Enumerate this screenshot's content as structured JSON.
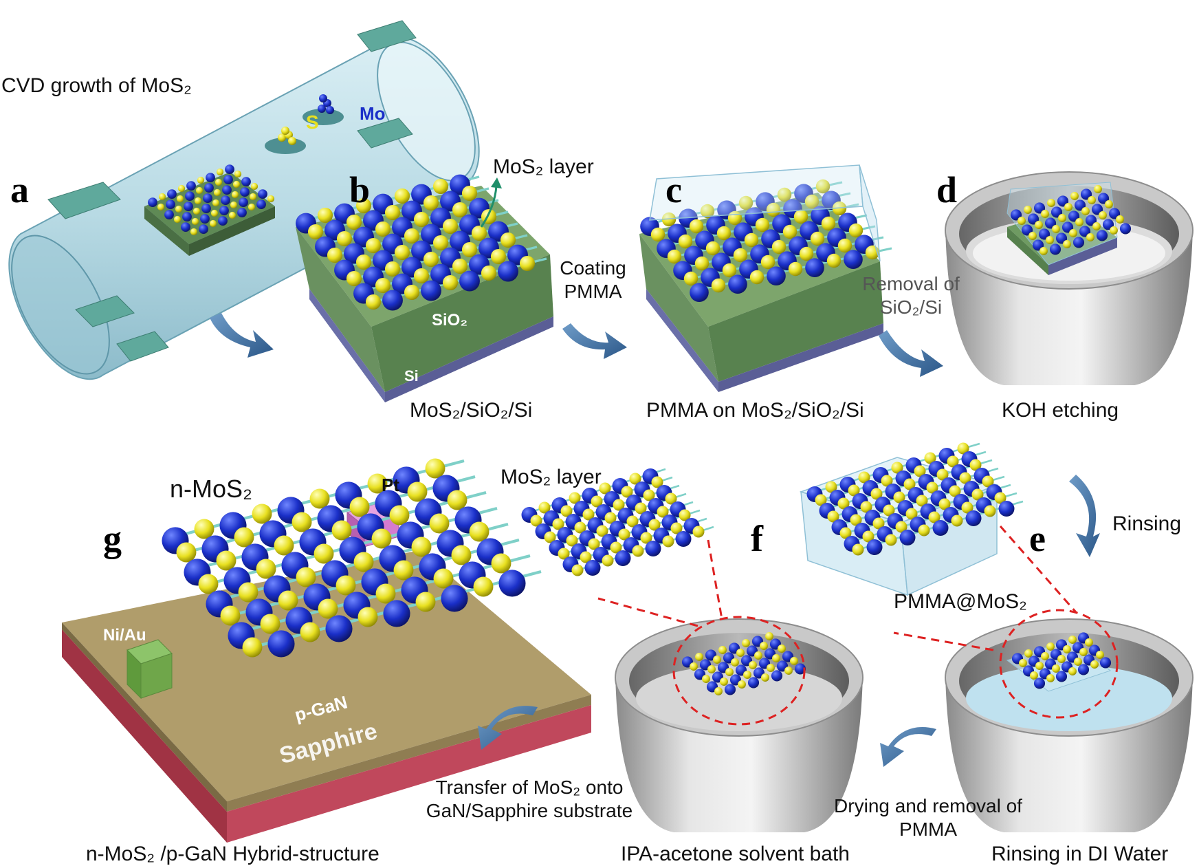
{
  "panels": {
    "a": "a",
    "b": "b",
    "c": "c",
    "d": "d",
    "e": "e",
    "f": "f",
    "g": "g"
  },
  "captions": {
    "cvd": "CVD growth of MoS₂",
    "mos2_layer_b": "MoS₂ layer",
    "coating": "Coating PMMA",
    "removal": "Removal of SiO₂/Si",
    "cap_b": "MoS₂/SiO₂/Si",
    "cap_c": "PMMA on MoS₂/SiO₂/Si",
    "cap_d": "KOH  etching",
    "mos2_layer_f": "MoS₂ layer",
    "rinsing": "Rinsing",
    "pmma_mos2": "PMMA@MoS₂",
    "transfer": "Transfer of MoS₂ onto GaN/Sapphire substrate",
    "drying": "Drying and removal of PMMA",
    "cap_g": "n-MoS₂ /p-GaN Hybrid-structure",
    "cap_f": "IPA-acetone solvent bath",
    "cap_e": "Rinsing in DI Water"
  },
  "labels": {
    "s": "S",
    "mo": "Mo",
    "sio2": "SiO₂",
    "si": "Si",
    "n_mos2": "n-MoS₂",
    "pt": "Pt",
    "ni_au": "Ni/Au",
    "p_gan": "p-GaN",
    "sapphire": "Sapphire"
  },
  "colors": {
    "mo_atom": "#1a2fc8",
    "s_atom": "#e8e020",
    "sio2": "#6f9b62",
    "si": "#6a6fa8",
    "tube": "#a8d2de",
    "pmma": "#cfe9f4",
    "arrow": "#3d6e9c",
    "gan": "#b09d6b",
    "sapphire": "#c0485c",
    "pt": "#d57bcf",
    "niau": "#6fa64a",
    "dashed": "#dd2222"
  }
}
